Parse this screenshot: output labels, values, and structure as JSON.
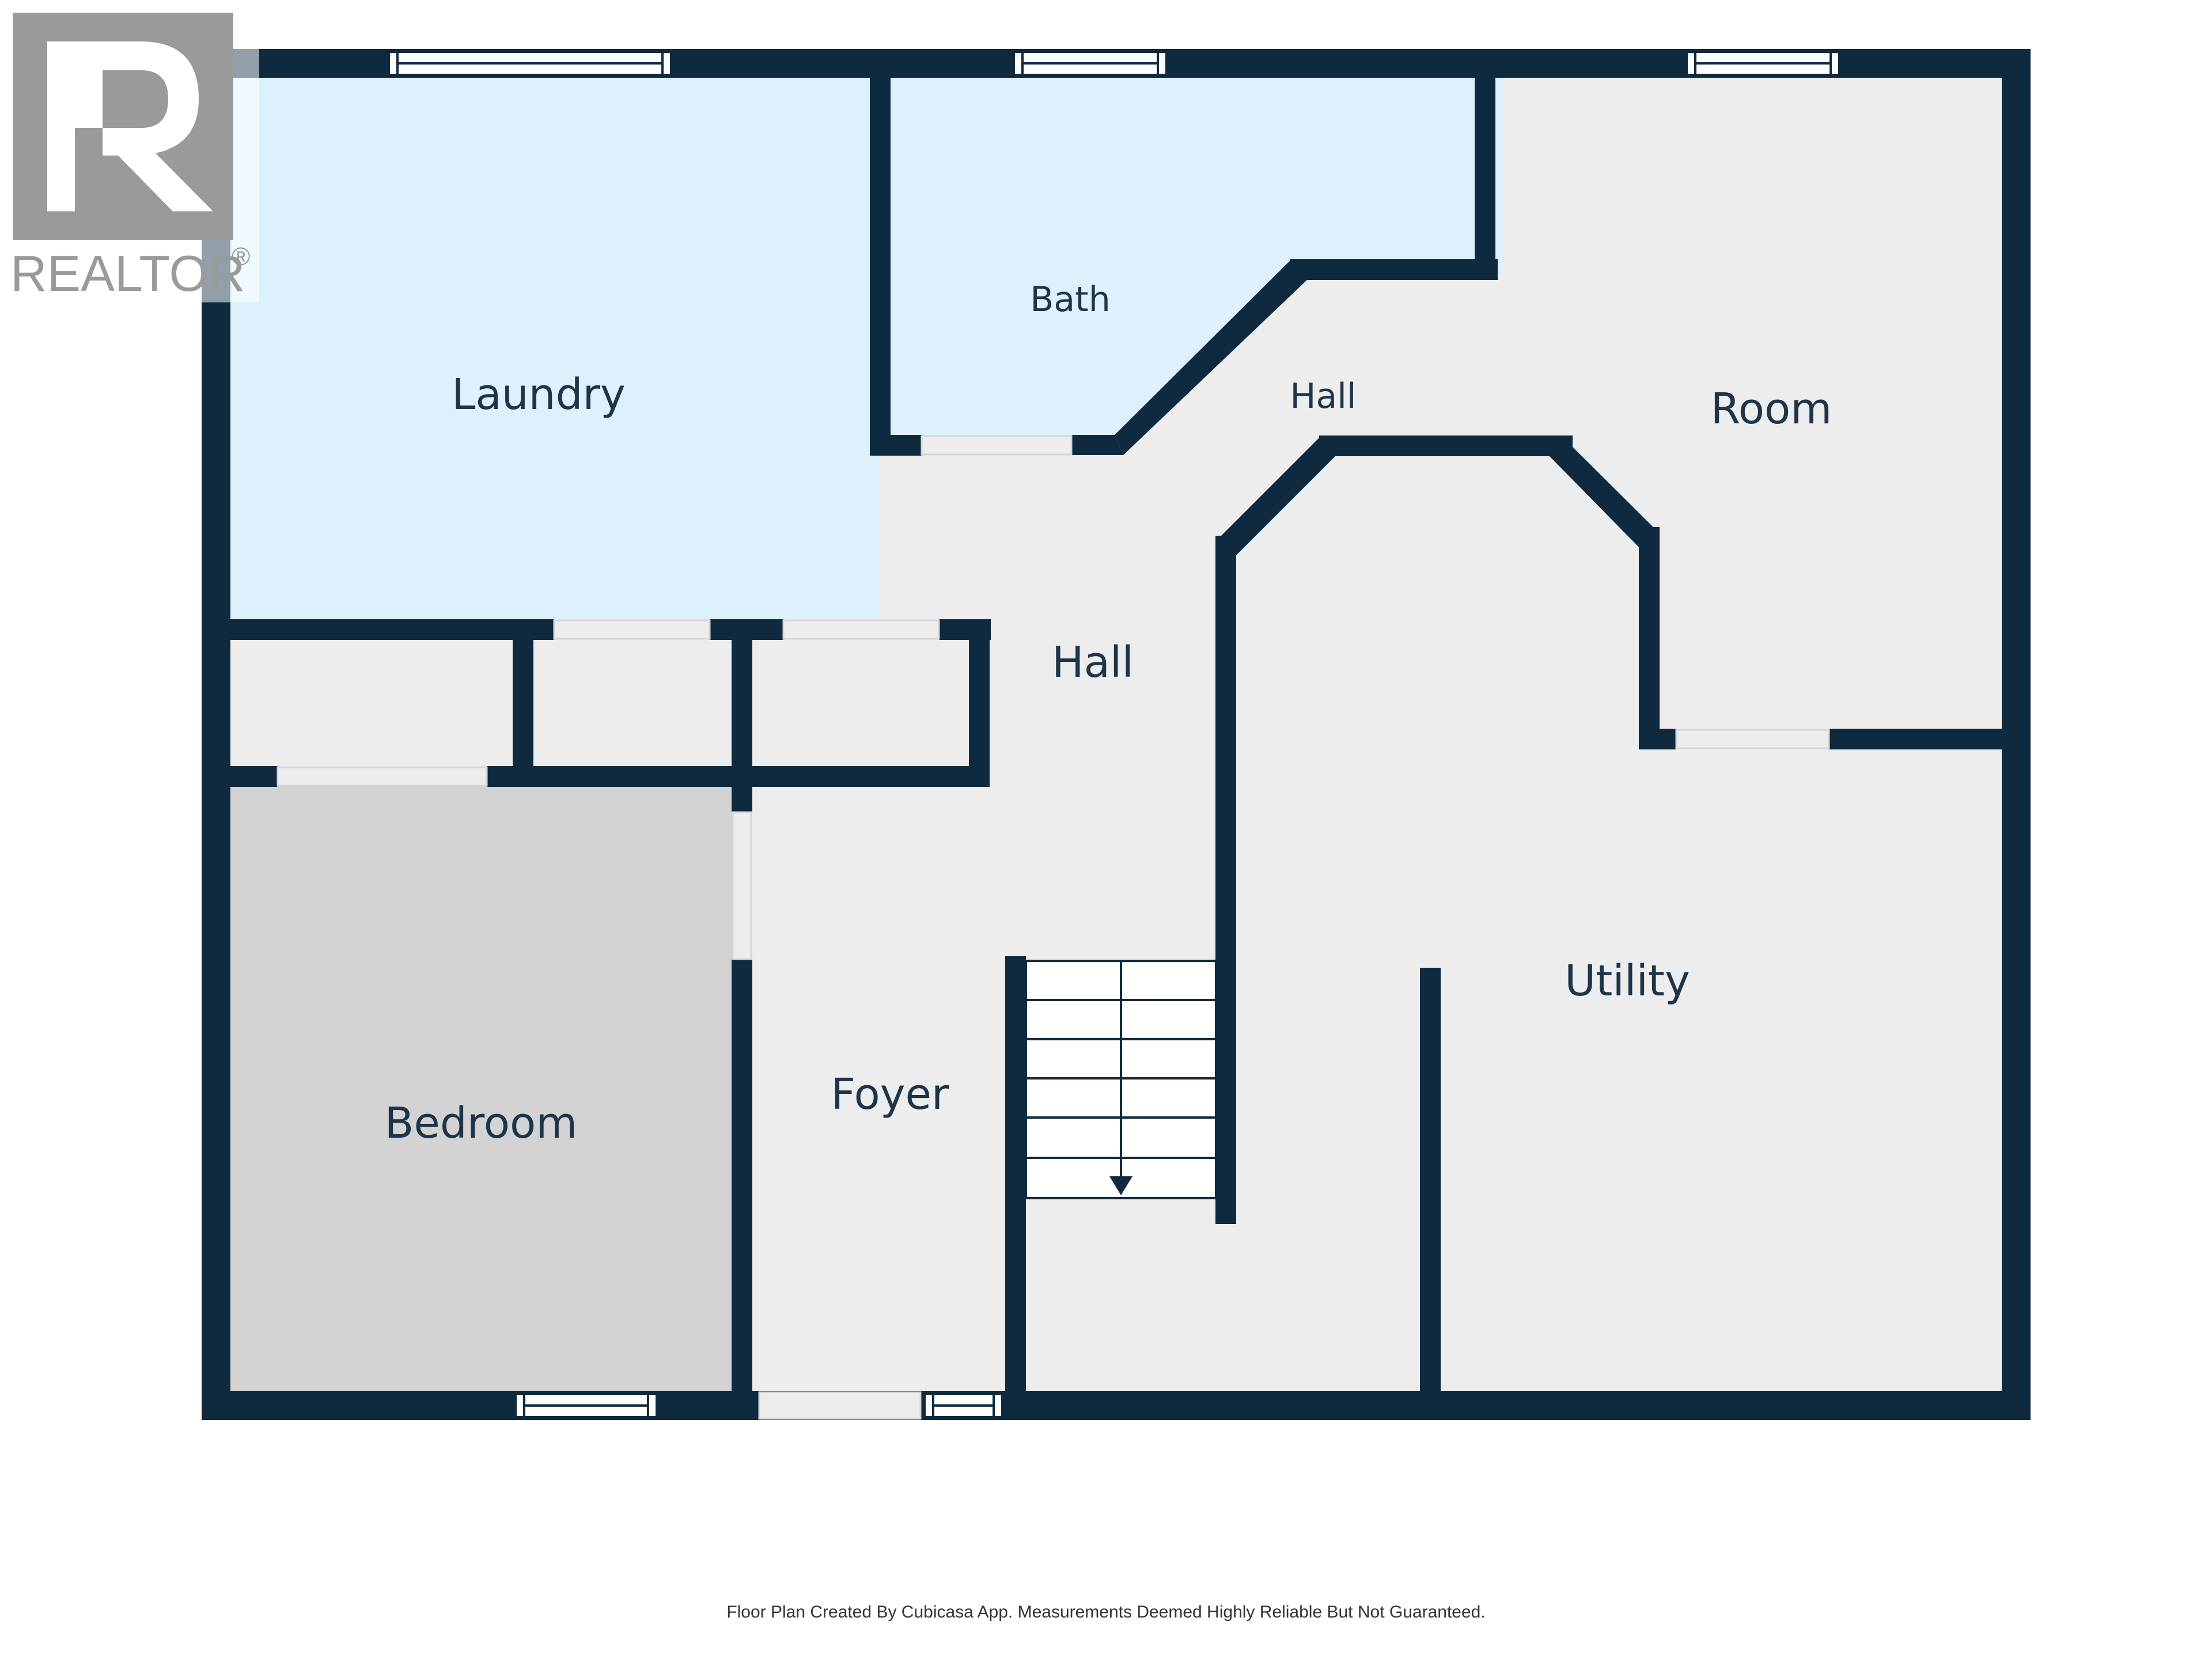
{
  "logo": {
    "text": "REALTOR",
    "registered": "®"
  },
  "rooms": [
    {
      "id": "laundry",
      "label": "Laundry"
    },
    {
      "id": "bath",
      "label": "Bath"
    },
    {
      "id": "hall-upper",
      "label": "Hall"
    },
    {
      "id": "room",
      "label": "Room"
    },
    {
      "id": "hall",
      "label": "Hall"
    },
    {
      "id": "utility",
      "label": "Utility"
    },
    {
      "id": "foyer",
      "label": "Foyer"
    },
    {
      "id": "bedroom",
      "label": "Bedroom"
    }
  ],
  "stairs": {
    "direction": "down",
    "icon": "arrow-down-icon"
  },
  "footer": {
    "text": "Floor Plan Created By Cubicasa App. Measurements Deemed Highly Reliable But Not Guaranteed."
  },
  "colors": {
    "wall": "#0f2a3f",
    "floor": "#ededed",
    "wet_room": "#dcf1fc",
    "bedroom": "#d3d3d3",
    "label": "#1e3448",
    "logo": "#9a9a9a"
  }
}
